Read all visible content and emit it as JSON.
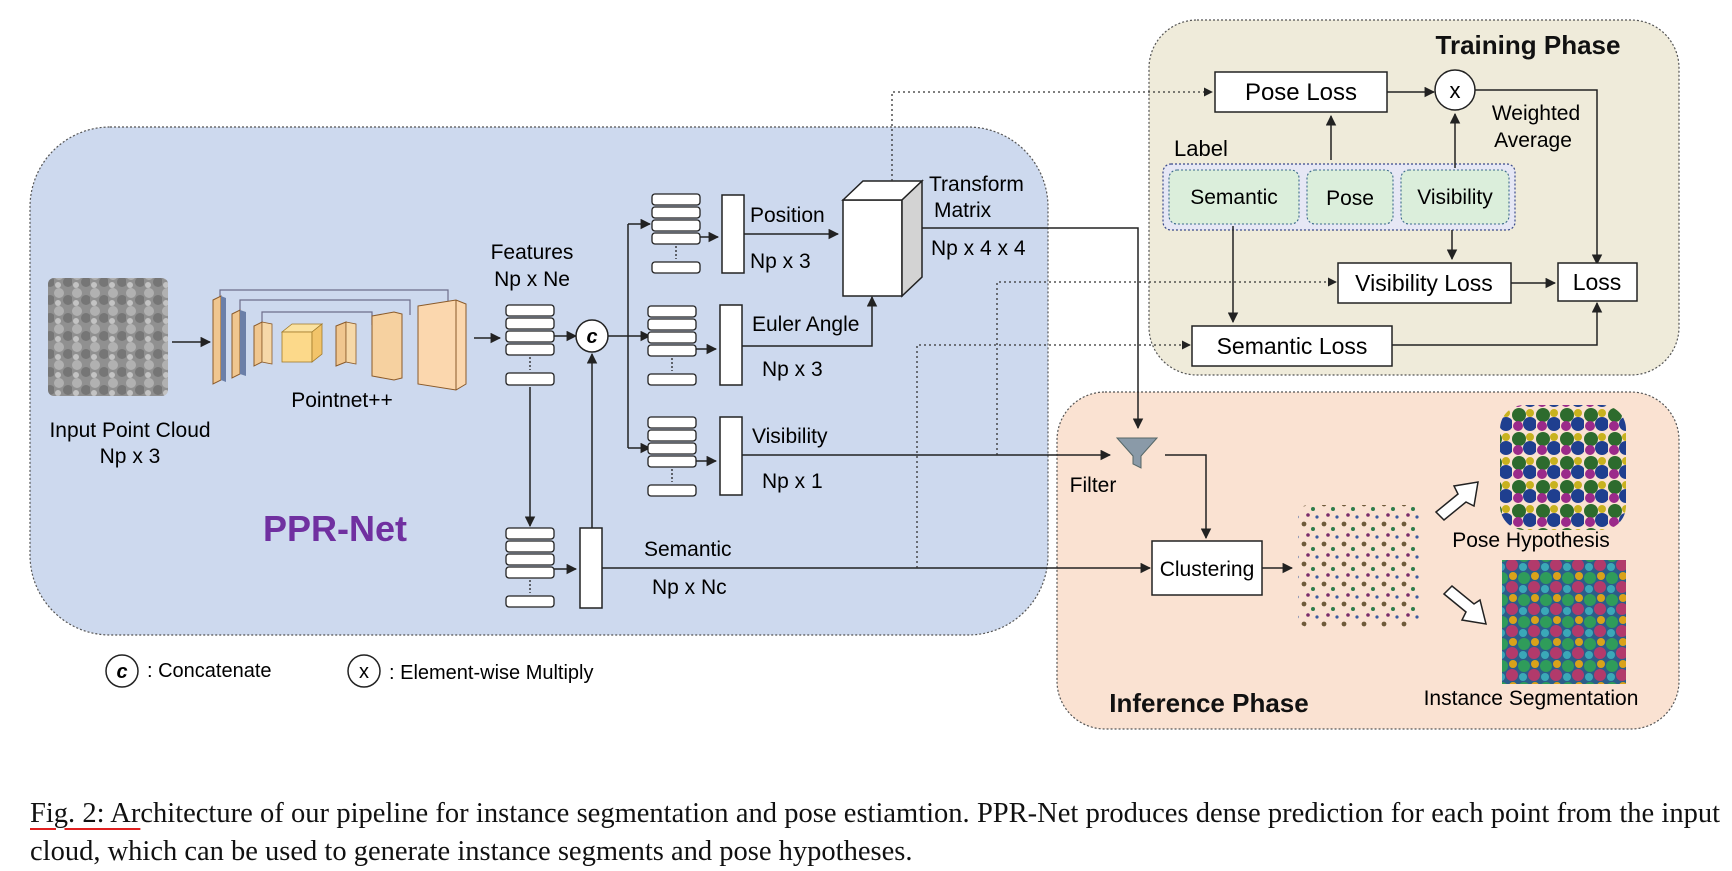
{
  "pprnet": {
    "title": "PPR-Net",
    "title_color": "#7030a0",
    "bg": "#cdd9ee"
  },
  "input": {
    "label": "Input Point Cloud",
    "shape": "Np x 3"
  },
  "backbone": {
    "label": "Pointnet++"
  },
  "features": {
    "label": "Features",
    "shape": "Np x Ne"
  },
  "concat_symbol": "c",
  "multiply_symbol": "x",
  "heads": {
    "position": {
      "label": "Position",
      "shape": "Np x 3"
    },
    "euler": {
      "label": "Euler Angle",
      "shape": "Np x 3"
    },
    "visibility": {
      "label": "Visibility",
      "shape": "Np x 1"
    },
    "semantic": {
      "label": "Semantic",
      "shape": "Np x Nc"
    }
  },
  "transform": {
    "label_line1": "Transform",
    "label_line2": "Matrix",
    "shape": "Np x 4 x 4"
  },
  "training": {
    "title": "Training Phase",
    "bg": "#efebda",
    "pose_loss": "Pose Loss",
    "weighted_line1": "Weighted",
    "weighted_line2": "Average",
    "label_group": "Label",
    "label_items": [
      "Semantic",
      "Pose",
      "Visibility"
    ],
    "visibility_loss": "Visibility Loss",
    "semantic_loss": "Semantic Loss",
    "loss": "Loss"
  },
  "inference": {
    "title": "Inference Phase",
    "bg": "#fae2d2",
    "filter": "Filter",
    "clustering": "Clustering",
    "pose_hypothesis": "Pose Hypothesis",
    "instance_segmentation": "Instance Segmentation"
  },
  "legend": {
    "concat_symbol": "c",
    "concat_label": ": Concatenate",
    "multiply_symbol": "x",
    "multiply_label": ": Element-wise Multiply"
  },
  "caption": {
    "prefix": "Fig. 2: Ar",
    "text": "chitecture of our pipeline for instance segmentation and pose estiamtion. PPR-Net produces dense prediction for each point from the input cloud, which can be used to generate instance segments and pose hypotheses."
  }
}
